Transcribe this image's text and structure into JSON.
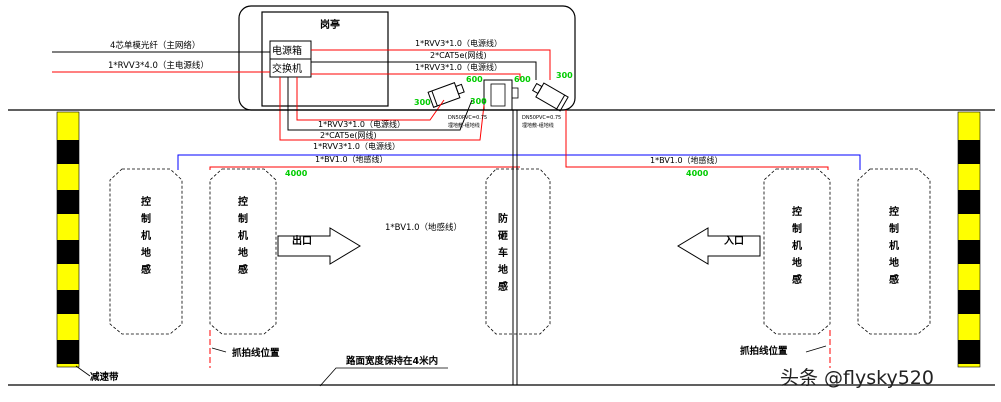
{
  "booth": {
    "title": "岗亭",
    "power_box": "电源箱",
    "switch": "交换机"
  },
  "incoming": {
    "fiber": "4芯单模光纤（主网络）",
    "main_power": "1*RVV3*4.0（主电源线）"
  },
  "top_cables": {
    "power1": "1*RVV3*1.0（电源线）",
    "network": "2*CAT5e(网线)",
    "power2": "1*RVV3*1.0（电源线）"
  },
  "left_cables": {
    "power1": "1*RVV3*1.0（电源线）",
    "network": "2*CAT5e(网线)",
    "power2": "1*RVV3*1.0（电源线）",
    "loop": "1*BV1.0（地感线）"
  },
  "right_loop": "1*BV1.0（地感线）",
  "mid_loop": "1*BV1.0（地感线）",
  "pipe_left": "DN50PVC=0.75\n埋地敷-组地线",
  "pipe_right": "DN50PVC=0.75\n埋地敷-组地线",
  "dims": {
    "d300_left": "300",
    "d300_right": "300",
    "d600_left": "600",
    "d600_right": "600",
    "d300_low": "300",
    "d4000_left": "4000",
    "d4000_right": "4000"
  },
  "loops": {
    "outer_left": "控制机地感",
    "inner_left": "控制机地感",
    "anti_smash": "防砸车地感",
    "inner_right": "控制机地感",
    "outer_right": "控制机地感"
  },
  "exit_label": "出口",
  "entry_label": "入口",
  "capture_left": "抓拍线位置",
  "capture_right": "抓拍线位置",
  "speed_bump": "减速带",
  "road_width": "路面宽度保持在4米内",
  "watermark": "头条 @flysky520",
  "colors": {
    "red": "#ff0000",
    "blue": "#0000ff",
    "green": "#00cc00",
    "yellow": "#ffff00"
  }
}
